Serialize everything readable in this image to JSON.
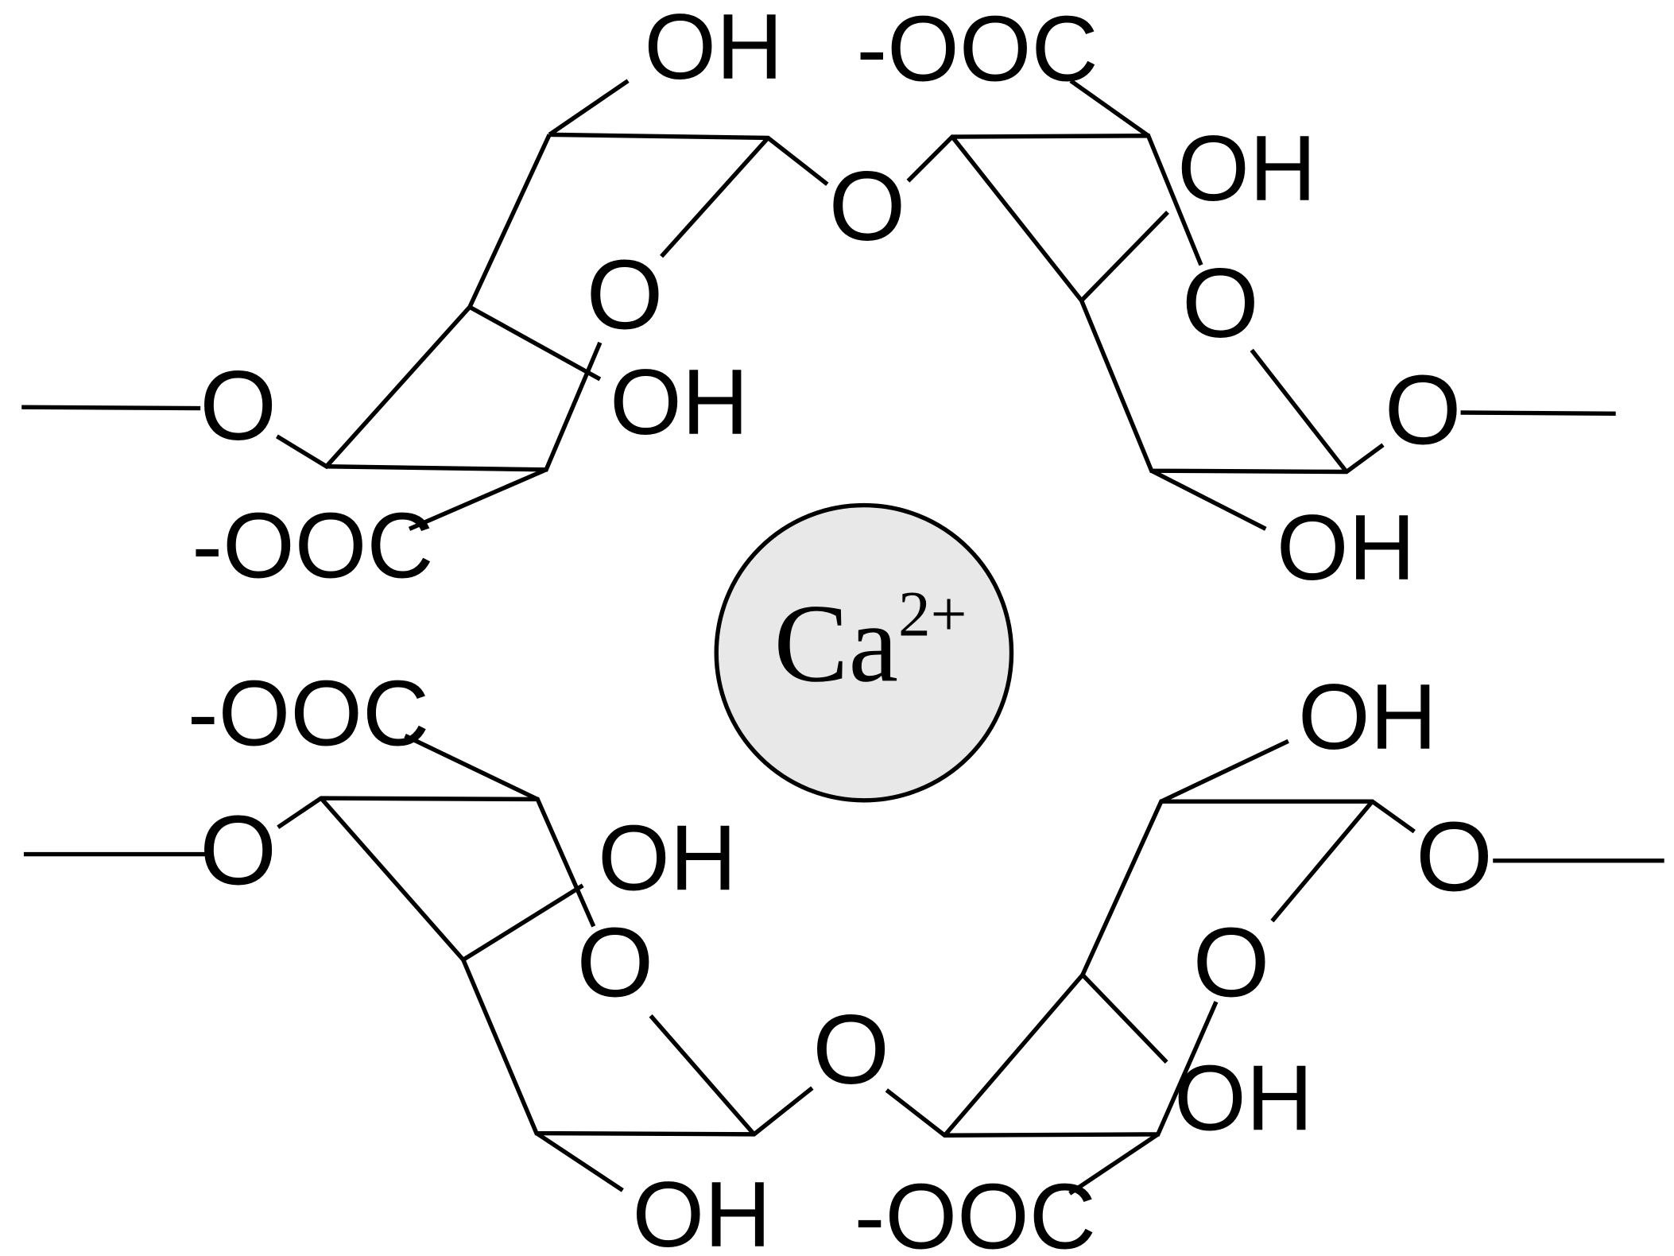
{
  "ion": {
    "symbol": "Ca",
    "charge": "2+",
    "fill": "#e8e8e8"
  },
  "labels": {
    "oh": "OH",
    "coo": "-OOC",
    "o": "O"
  }
}
